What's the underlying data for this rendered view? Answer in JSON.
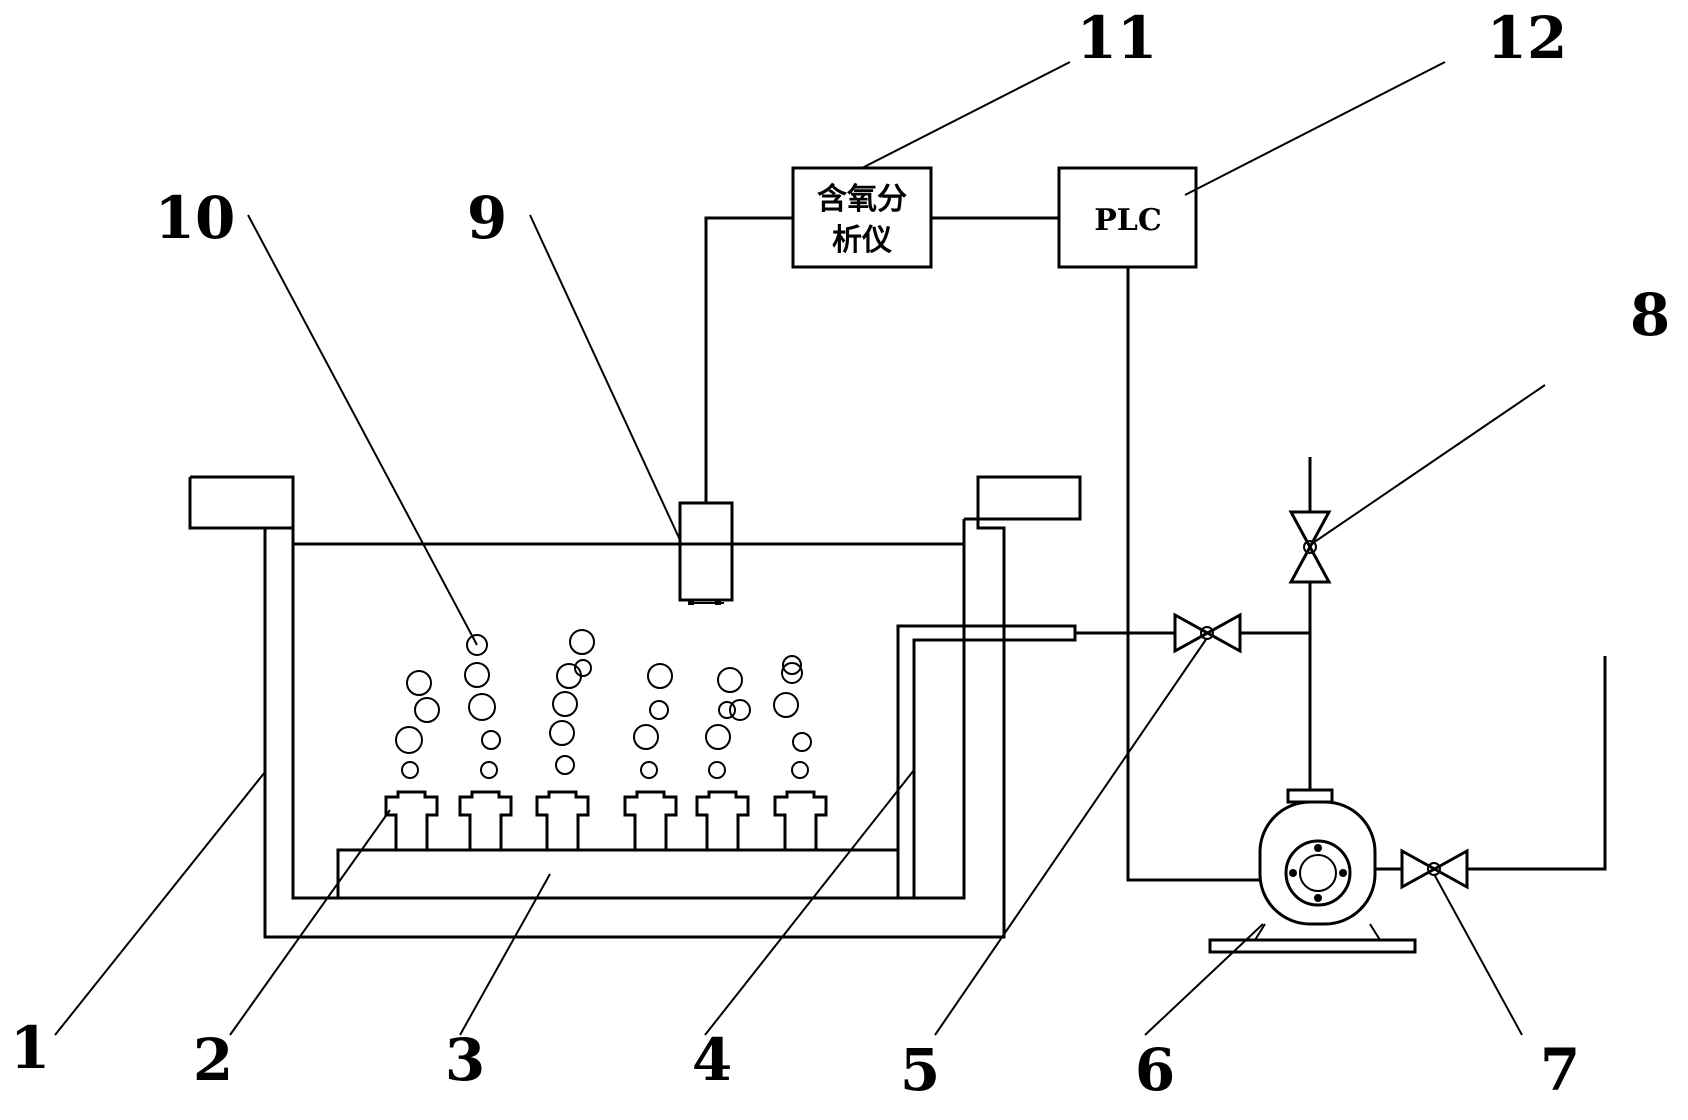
{
  "labels": {
    "n1": "1",
    "n2": "2",
    "n3": "3",
    "n4": "4",
    "n5": "5",
    "n6": "6",
    "n7": "7",
    "n8": "8",
    "n9": "9",
    "n10": "10",
    "n11": "11",
    "n12": "12"
  },
  "boxes": {
    "oxygen_analyzer_line1": "含氧分",
    "oxygen_analyzer_line2": "析仪",
    "plc": "PLC"
  }
}
